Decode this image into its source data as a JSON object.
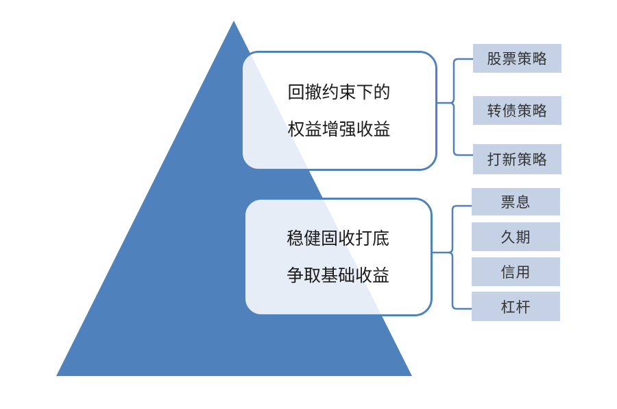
{
  "top_section": {
    "lines": [
      "回撤约束下的",
      "权益增强收益"
    ],
    "items": [
      "股票策略",
      "转债策略",
      "打新策略"
    ]
  },
  "bottom_section": {
    "lines": [
      "稳健固收打底",
      "争取基础收益"
    ],
    "items": [
      "票息",
      "久期",
      "信用",
      "杠杆"
    ]
  },
  "colors": {
    "pyramid": "#4f81bd",
    "box_border": "#4f81bd",
    "tag_fill": "#c5d1e4"
  }
}
